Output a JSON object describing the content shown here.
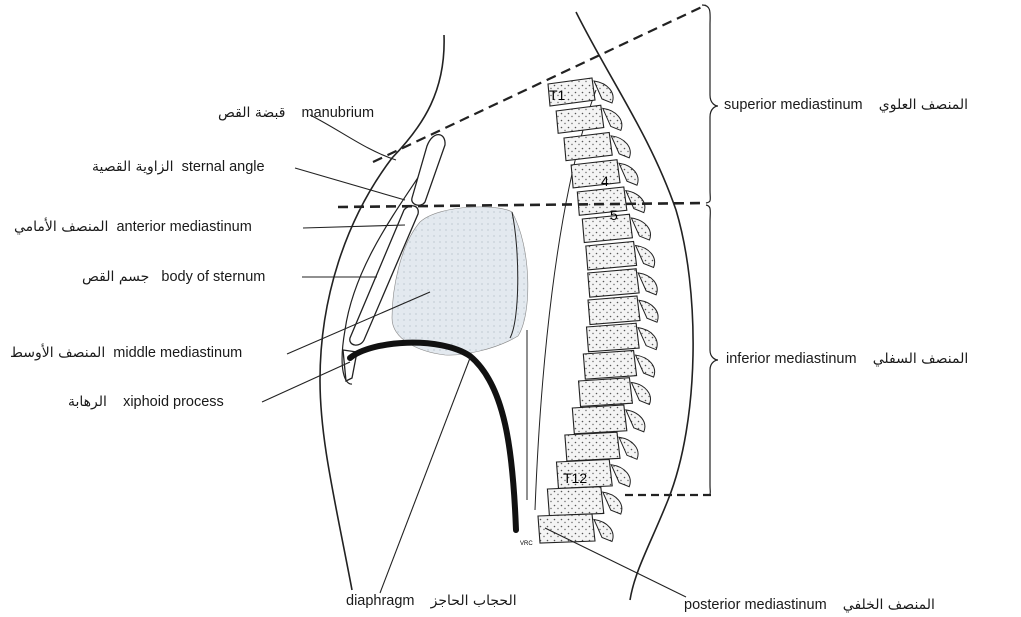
{
  "labels": {
    "manubrium": {
      "en": "manubrium",
      "ar": "قبضة القص"
    },
    "sternal_angle": {
      "en": "sternal angle",
      "ar": "الزاوية القصية"
    },
    "anterior_mediastinum": {
      "en": "anterior mediastinum",
      "ar": "المنصف الأمامي"
    },
    "body_of_sternum": {
      "en": "body of sternum",
      "ar": "جسم القص"
    },
    "middle_mediastinum": {
      "en": "middle mediastinum",
      "ar": "المنصف الأوسط"
    },
    "xiphoid_process": {
      "en": "xiphoid process",
      "ar": "الرهابة"
    },
    "diaphragm": {
      "en": "diaphragm",
      "ar": "الحجاب الحاجز"
    },
    "posterior_mediastinum": {
      "en": "posterior mediastinum",
      "ar": "المنصف الخلفي"
    },
    "superior_mediastinum": {
      "en": "superior mediastinum",
      "ar": "المنصف العلوي"
    },
    "inferior_mediastinum": {
      "en": "inferior mediastinum",
      "ar": "المنصف السفلي"
    }
  },
  "vertebra_labels": {
    "t1": "T1",
    "t4": "4",
    "t5": "5",
    "t12": "T12"
  },
  "signature": "VRC"
}
